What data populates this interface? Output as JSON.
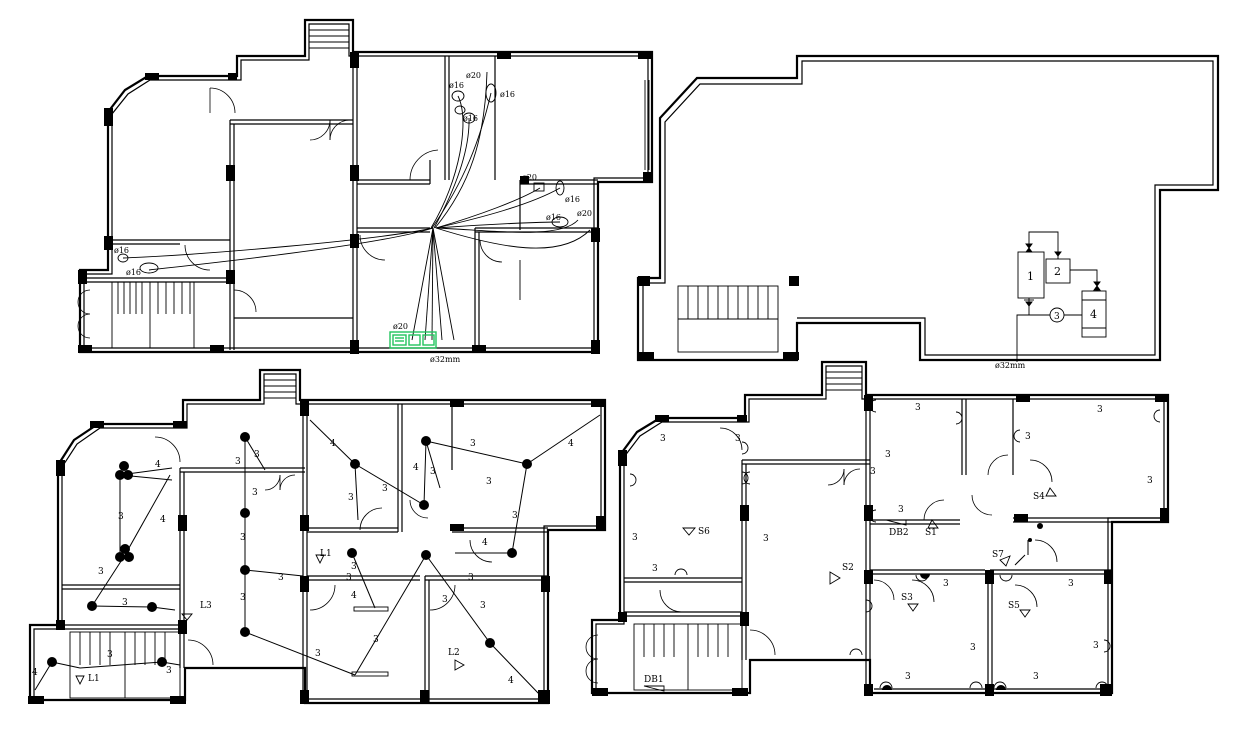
{
  "colors": {
    "line": "#000000",
    "highlight": "#22c55e",
    "background": "#ffffff"
  },
  "plumbing": {
    "pipe_20_a": "ø20",
    "pipe_16_a": "ø16",
    "pipe_16_b": "ø16",
    "pipe_16_c": "ø16",
    "pipe_20_b": "ø20",
    "pipe_16_d": "ø16",
    "pipe_16_e": "ø16",
    "pipe_20_c": "ø20",
    "pipe_16_f": "ø16",
    "pipe_16_g": "ø16",
    "pipe_20_d": "ø20",
    "main_pipe": "ø32mm"
  },
  "roof": {
    "main_pipe": "ø32mm",
    "tank_1": "1",
    "tank_2": "2",
    "pump_3": "3",
    "tank_4": "4"
  },
  "lighting": {
    "labels": [
      "4",
      "3",
      "3",
      "3",
      "4",
      "3",
      "3",
      "3",
      "3",
      "3",
      "3",
      "3",
      "4",
      "3",
      "4",
      "3",
      "3",
      "4",
      "3",
      "3",
      "3",
      "4",
      "3",
      "3",
      "3",
      "4",
      "3",
      "3",
      "3",
      "4",
      "3",
      "3",
      "4"
    ],
    "L1_a": "L1",
    "L1_b": "L1",
    "L2": "L2",
    "L3": "L3"
  },
  "power": {
    "labels": [
      "3",
      "3",
      "3",
      "3",
      "3",
      "3",
      "3",
      "3",
      "3",
      "3",
      "3",
      "3",
      "3",
      "3",
      "3",
      "3",
      "3",
      "3"
    ],
    "S1": "S1",
    "S2": "S2",
    "S3": "S3",
    "S4": "S4",
    "S5": "S5",
    "S6": "S6",
    "S7": "S7",
    "DB1": "DB1",
    "DB2": "DB2"
  }
}
